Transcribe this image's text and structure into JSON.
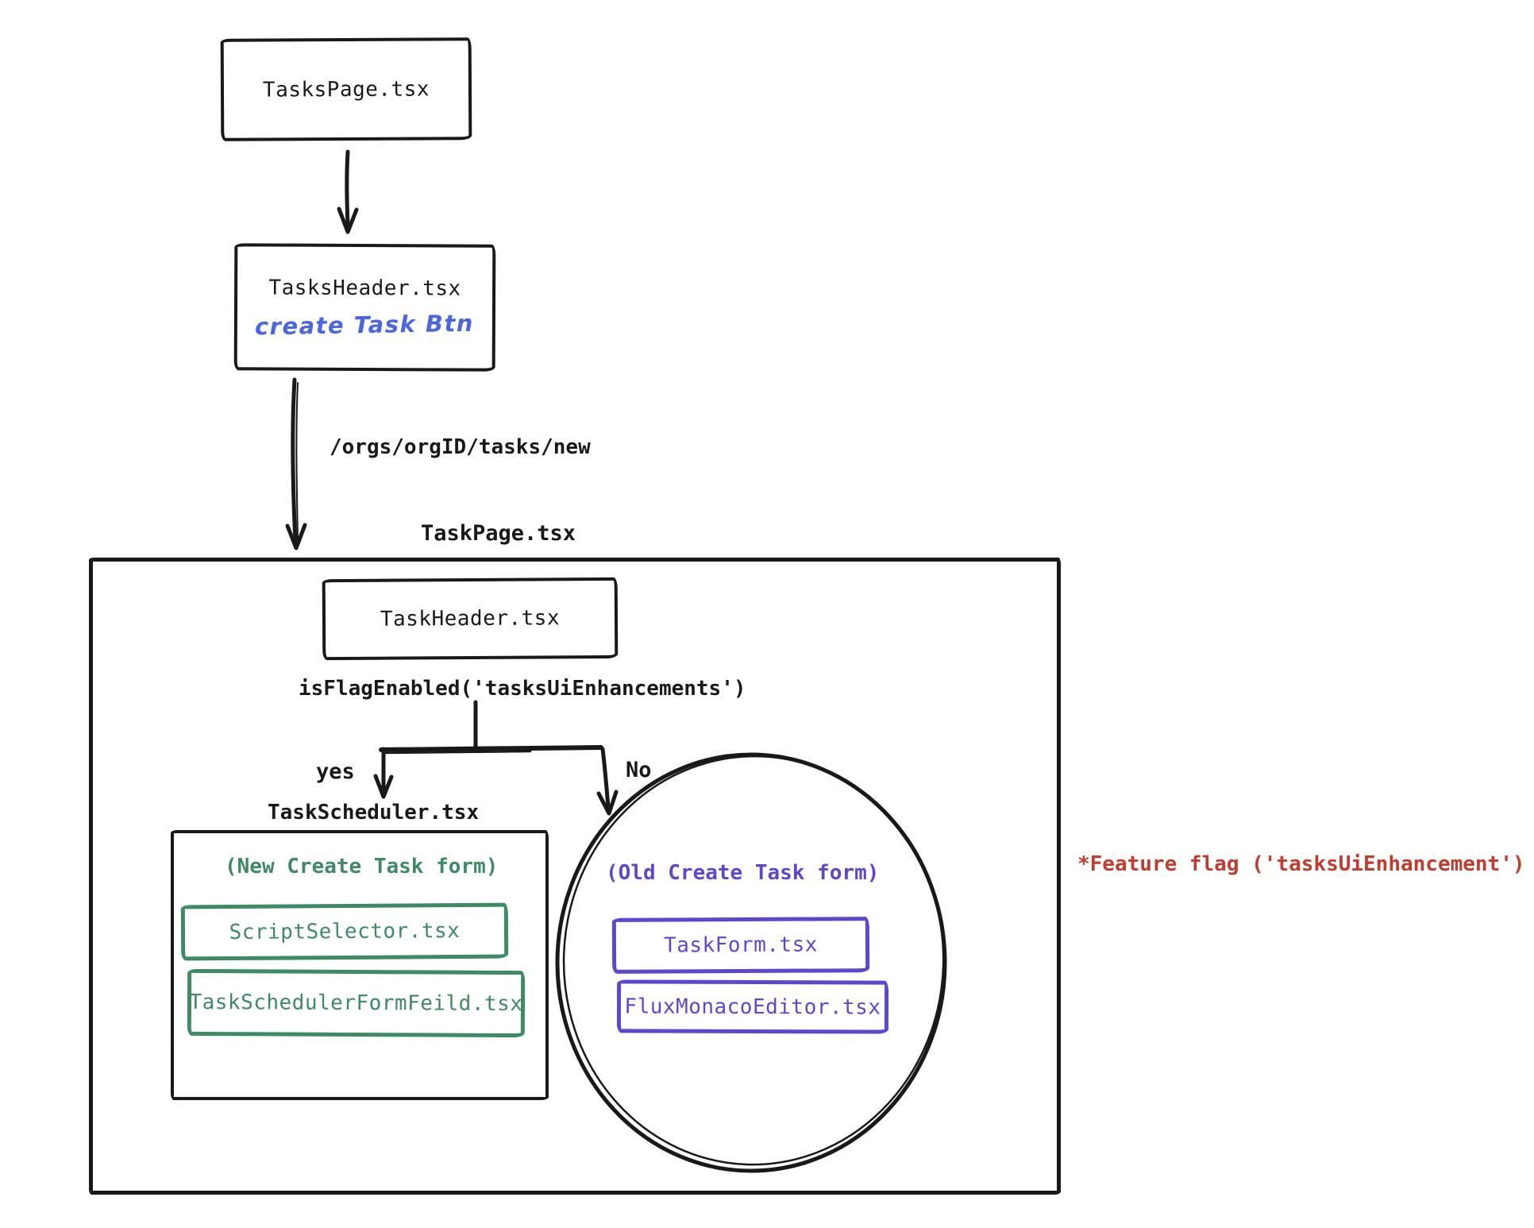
{
  "diagram": {
    "colors": {
      "stroke": "#191919",
      "blue": "#4a67dd",
      "green": "#3d8a64",
      "purple": "#5b48d0",
      "red": "#bf3c2f"
    },
    "flow": {
      "tasks_page": {
        "label": "TasksPage.tsx"
      },
      "tasks_header": {
        "label": "TasksHeader.tsx",
        "button": "create Task Btn"
      },
      "route": "/orgs/orgID/tasks/new"
    },
    "task_page": {
      "label": "TaskPage.tsx",
      "task_header": {
        "label": "TaskHeader.tsx"
      },
      "condition": {
        "expression": "isFlagEnabled('tasksUiEnhancements')",
        "yes": "yes",
        "no": "No"
      },
      "yes_branch": {
        "label": "TaskScheduler.tsx",
        "caption": "(New Create Task form)",
        "script_selector": {
          "label": "ScriptSelector.tsx"
        },
        "form_feild": {
          "label": "TaskSchedulerFormFeild.tsx"
        }
      },
      "no_branch": {
        "caption": "(Old Create Task form)",
        "task_form": {
          "label": "TaskForm.tsx"
        },
        "flux_monaco_editor": {
          "label": "FluxMonacoEditor.tsx"
        }
      }
    },
    "note": "*Feature flag ('tasksUiEnhancement')"
  }
}
